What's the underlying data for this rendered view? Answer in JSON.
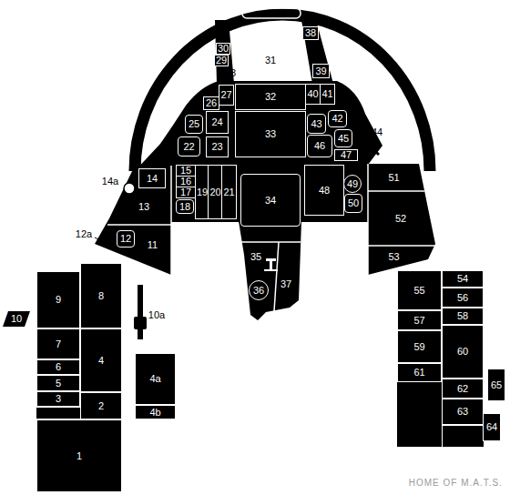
{
  "diagram": {
    "nodes": [
      {
        "text": [
          "38"
        ]
      },
      {
        "text": [
          "30"
        ]
      },
      {
        "text": [
          "29"
        ]
      },
      {
        "text": [
          "39"
        ]
      },
      {
        "text": [
          "27"
        ]
      },
      {
        "text": [
          "26"
        ]
      },
      {
        "text": [
          "32"
        ]
      },
      {
        "text": [
          "40"
        ]
      },
      {
        "text": [
          "41"
        ]
      },
      {
        "text": [
          "25"
        ]
      },
      {
        "text": [
          "24"
        ]
      },
      {
        "text": [
          "43"
        ]
      },
      {
        "text": [
          "42"
        ]
      },
      {
        "text": [
          "22"
        ]
      },
      {
        "text": [
          "23"
        ]
      },
      {
        "text": [
          "33"
        ]
      },
      {
        "text": [
          "45"
        ]
      },
      {
        "text": [
          "46"
        ]
      },
      {
        "text": [
          "47"
        ]
      },
      {
        "text": [
          "14"
        ]
      },
      {
        "text": [
          "13"
        ]
      },
      {
        "text": [
          "15"
        ]
      },
      {
        "text": [
          "16"
        ]
      },
      {
        "text": [
          "17"
        ]
      },
      {
        "text": [
          "18"
        ]
      },
      {
        "text": [
          "19"
        ]
      },
      {
        "text": [
          "20"
        ]
      },
      {
        "text": [
          "21"
        ]
      },
      {
        "text": [
          "34"
        ]
      },
      {
        "text": [
          "48"
        ]
      },
      {
        "text": [
          "49"
        ]
      },
      {
        "text": [
          "50"
        ]
      },
      {
        "text": [
          "51"
        ]
      },
      {
        "text": [
          "52"
        ]
      },
      {
        "text": [
          "53"
        ]
      },
      {
        "text": [
          "12"
        ]
      },
      {
        "text": [
          "11"
        ]
      },
      {
        "text": [
          "35"
        ]
      },
      {
        "text": [
          "36"
        ]
      },
      {
        "text": [
          "37"
        ]
      },
      {
        "text": [
          "10"
        ]
      },
      {
        "text": [
          "9"
        ]
      },
      {
        "text": [
          "8"
        ]
      },
      {
        "text": [
          "7"
        ]
      },
      {
        "text": [
          "4"
        ]
      },
      {
        "text": [
          "6"
        ]
      },
      {
        "text": [
          "5"
        ]
      },
      {
        "text": [
          "3"
        ]
      },
      {
        "text": [
          "2"
        ]
      },
      {
        "text": [
          "1"
        ]
      },
      {
        "text": [
          "4a"
        ]
      },
      {
        "text": [
          "4b"
        ]
      },
      {
        "text": [
          "55"
        ]
      },
      {
        "text": [
          "54"
        ]
      },
      {
        "text": [
          "56"
        ]
      },
      {
        "text": [
          "57"
        ]
      },
      {
        "text": [
          "58"
        ]
      },
      {
        "text": [
          "59"
        ]
      },
      {
        "text": [
          "60"
        ]
      },
      {
        "text": [
          "61"
        ]
      },
      {
        "text": [
          "62"
        ]
      },
      {
        "text": [
          "63"
        ]
      },
      {
        "text": [
          "65"
        ]
      },
      {
        "text": [
          "64"
        ]
      }
    ],
    "labels": [
      "31",
      "28",
      "44",
      "14a",
      "12a",
      "10a",
      "HOME OF M.A.T.S."
    ]
  }
}
